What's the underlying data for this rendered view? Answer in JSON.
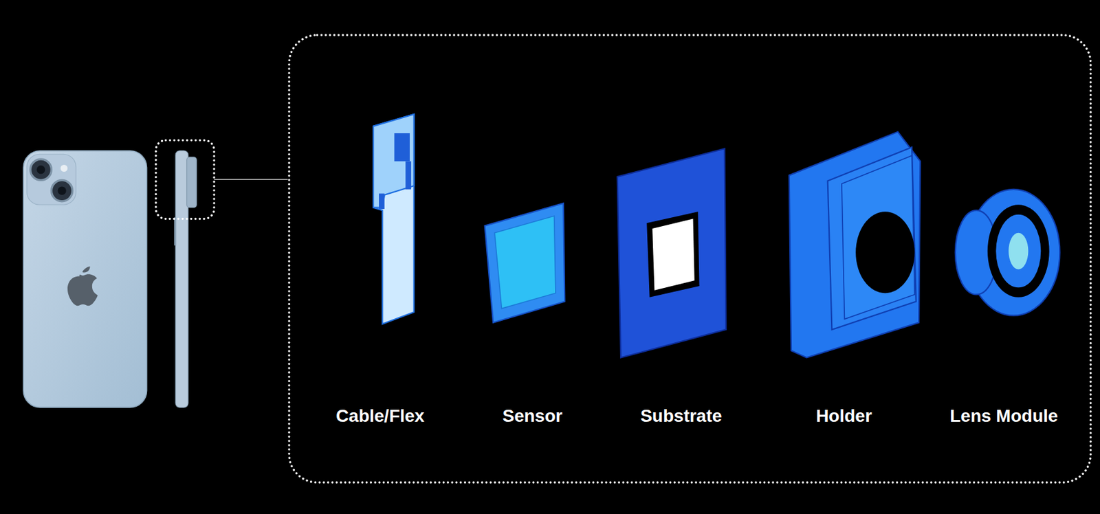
{
  "diagram": {
    "labels": [
      "Cable/Flex",
      "Sensor",
      "Substrate",
      "Holder",
      "Lens Module"
    ]
  }
}
